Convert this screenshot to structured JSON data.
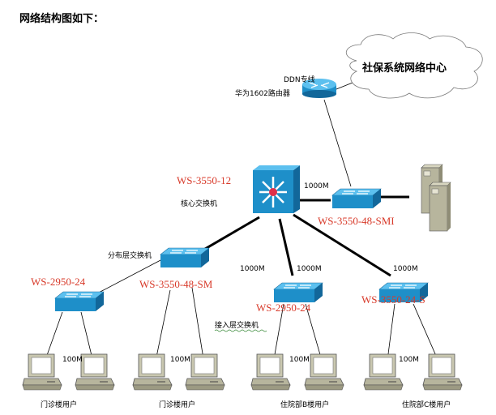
{
  "heading": "网络结构图如下：",
  "cloud": {
    "label": "社保系统网络中心"
  },
  "router": {
    "line_label": "DDN专线",
    "label": "华为1602路由器"
  },
  "core": {
    "model": "WS-3550-12",
    "role": "核心交换机"
  },
  "server_switch": {
    "model": "WS-3550-48-SMI",
    "link": "1000M"
  },
  "distribution": {
    "role": "分布层交换机",
    "model": "WS-3550-48-SM"
  },
  "access": {
    "role": "接入层交换机",
    "switches": [
      {
        "model": "WS-2950-24"
      },
      {
        "model": "WS-2950-24",
        "link": "1000M"
      },
      {
        "model": "WS-3550-24-S",
        "link": "1000M"
      }
    ],
    "dist_link": "1000M"
  },
  "user_links": [
    "100M",
    "100M",
    "100M",
    "100M"
  ],
  "user_groups": [
    "门诊楼用户",
    "门诊楼用户",
    "住院部B楼用户",
    "住院部C楼用户"
  ],
  "colors": {
    "device": "#1e8fc9",
    "label_red": "#d83a2a",
    "pc": "#b7b59d"
  }
}
